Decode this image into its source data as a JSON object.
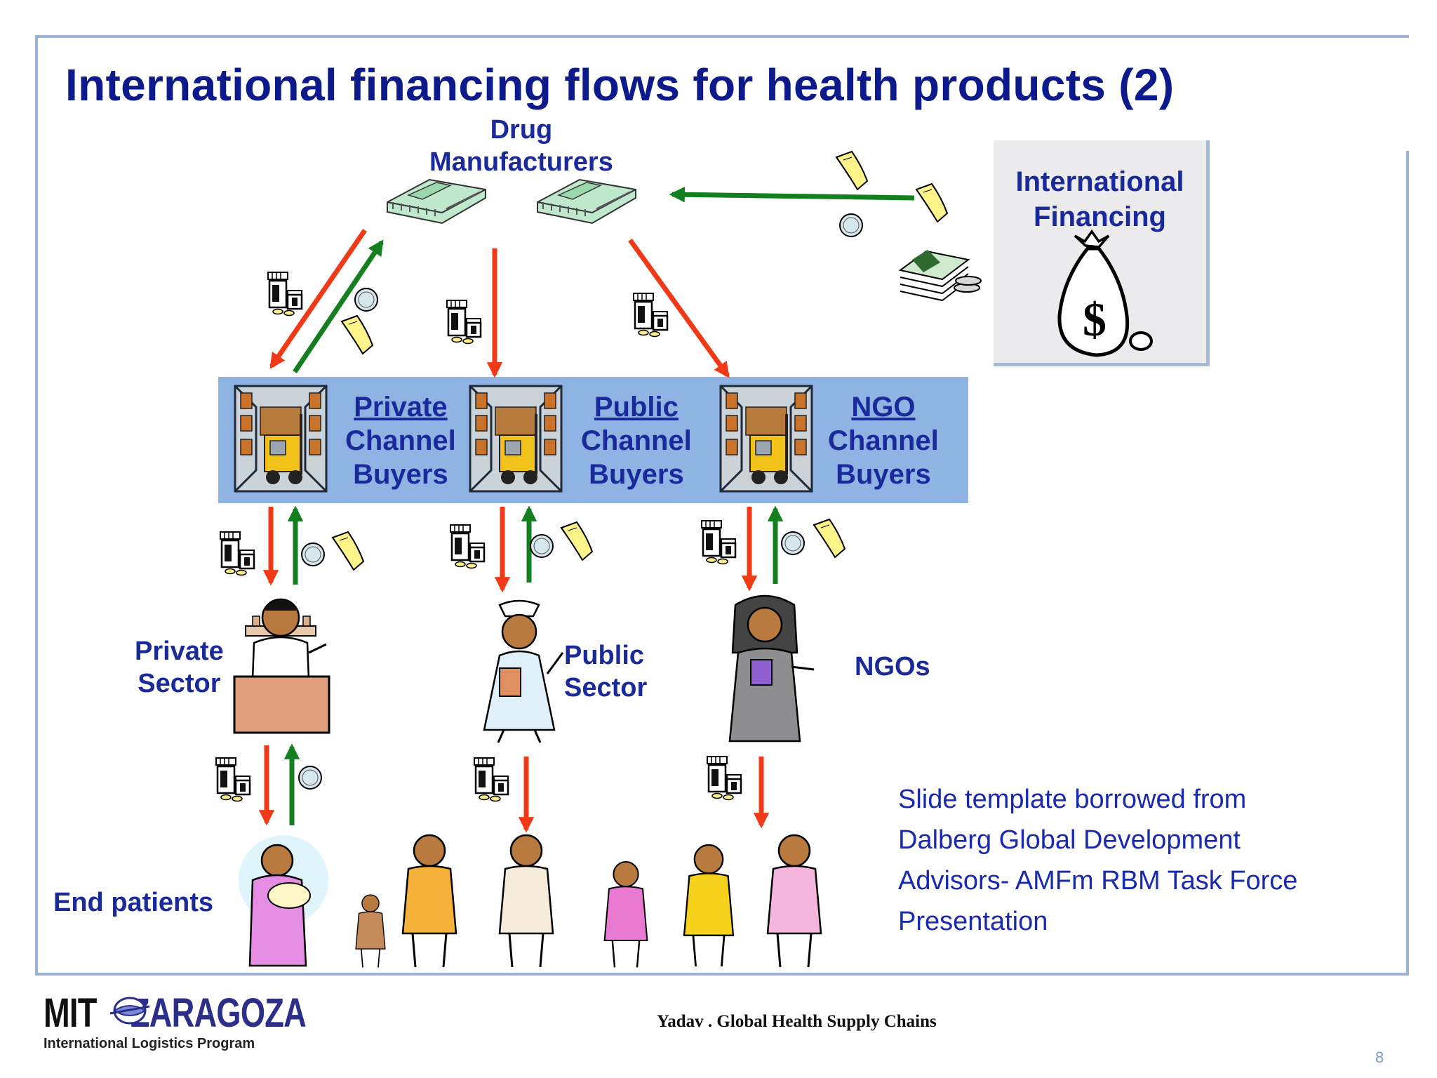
{
  "title": "International financing flows for health products (2)",
  "nodes": {
    "drug_manufacturers": [
      "Drug",
      "Manufacturers"
    ],
    "international_financing": [
      "International",
      "Financing"
    ],
    "private_channel": [
      "Private",
      "Channel",
      "Buyers"
    ],
    "public_channel": [
      "Public",
      "Channel",
      "Buyers"
    ],
    "ngo_channel": [
      "NGO",
      "Channel",
      "Buyers"
    ],
    "private_sector": [
      "Private",
      "Sector"
    ],
    "public_sector": [
      "Public",
      "Sector"
    ],
    "ngos": "NGOs",
    "end_patients": "End patients"
  },
  "citation": [
    "Slide template borrowed from",
    "Dalberg Global Development",
    "Advisors- AMFm RBM Task Force",
    "Presentation"
  ],
  "footer": {
    "logo_mit": "MIT",
    "logo_zaragoza": "ZARAGOZA",
    "logo_subtitle": "International Logistics Program",
    "center_text": "Yadav . Global Health Supply Chains",
    "page_number": "8"
  },
  "colors": {
    "title": "#0d1a8c",
    "label": "#1a2a9a",
    "band": "#8fb4e3",
    "product_arrow": "#f03a17",
    "money_arrow": "#137f1e",
    "frame": "#9ab4d8"
  },
  "flows": [
    {
      "from": "drug_manufacturers",
      "to": "private_channel",
      "kind": "products"
    },
    {
      "from": "private_channel",
      "to": "drug_manufacturers",
      "kind": "money"
    },
    {
      "from": "drug_manufacturers",
      "to": "public_channel",
      "kind": "products"
    },
    {
      "from": "drug_manufacturers",
      "to": "ngo_channel",
      "kind": "products"
    },
    {
      "from": "international_financing",
      "to": "drug_manufacturers",
      "kind": "money"
    },
    {
      "from": "private_channel",
      "to": "private_sector",
      "kind": "products"
    },
    {
      "from": "private_sector",
      "to": "private_channel",
      "kind": "money"
    },
    {
      "from": "public_channel",
      "to": "public_sector",
      "kind": "products"
    },
    {
      "from": "public_sector",
      "to": "public_channel",
      "kind": "money"
    },
    {
      "from": "ngo_channel",
      "to": "ngos",
      "kind": "products"
    },
    {
      "from": "ngos",
      "to": "ngo_channel",
      "kind": "money"
    },
    {
      "from": "private_sector",
      "to": "end_patients",
      "kind": "products"
    },
    {
      "from": "end_patients",
      "to": "private_sector",
      "kind": "money"
    },
    {
      "from": "public_sector",
      "to": "end_patients",
      "kind": "products"
    },
    {
      "from": "ngos",
      "to": "end_patients",
      "kind": "products"
    }
  ]
}
